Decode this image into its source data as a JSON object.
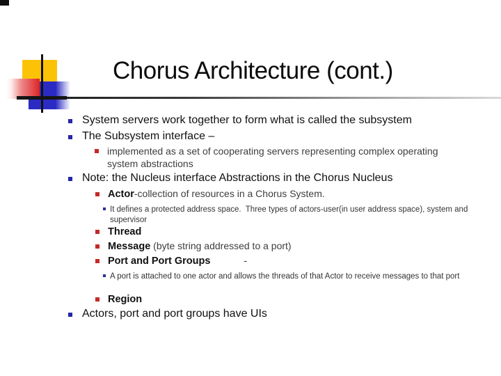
{
  "slide": {
    "title": "Chorus Architecture (cont.)",
    "colors": {
      "bullet_level1": "#2626a8",
      "bullet_level2": "#c62828",
      "bullet_level3": "#2e2e8f",
      "accent_yellow": "#fcc306",
      "accent_blue": "#2b2bc4",
      "accent_red": "#dd2424"
    },
    "items": [
      {
        "text": "System servers work together to form what is called the subsystem"
      },
      {
        "text": "The Subsystem interface –"
      },
      {
        "text": "implemented as a set of cooperating servers representing complex operating system abstractions"
      },
      {
        "text": "Note: the Nucleus interface Abstractions in the Chorus Nucleus"
      },
      {
        "lead": "Actor",
        "rest": "-collection of resources in a Chorus System."
      },
      {
        "text": "It defines a protected address space.  Three types of actors-user(in user address space), system and supervisor"
      },
      {
        "lead": "Thread",
        "rest": ""
      },
      {
        "lead": "Message",
        "rest": " (byte string addressed to a port)"
      },
      {
        "lead": "Port and Port Groups",
        "dash": "-"
      },
      {
        "text": "A port is attached to one actor and allows the threads of that Actor to receive messages to that port"
      },
      {
        "lead": "Region",
        "rest": ""
      },
      {
        "text": "Actors, port and port groups have UIs"
      }
    ]
  }
}
